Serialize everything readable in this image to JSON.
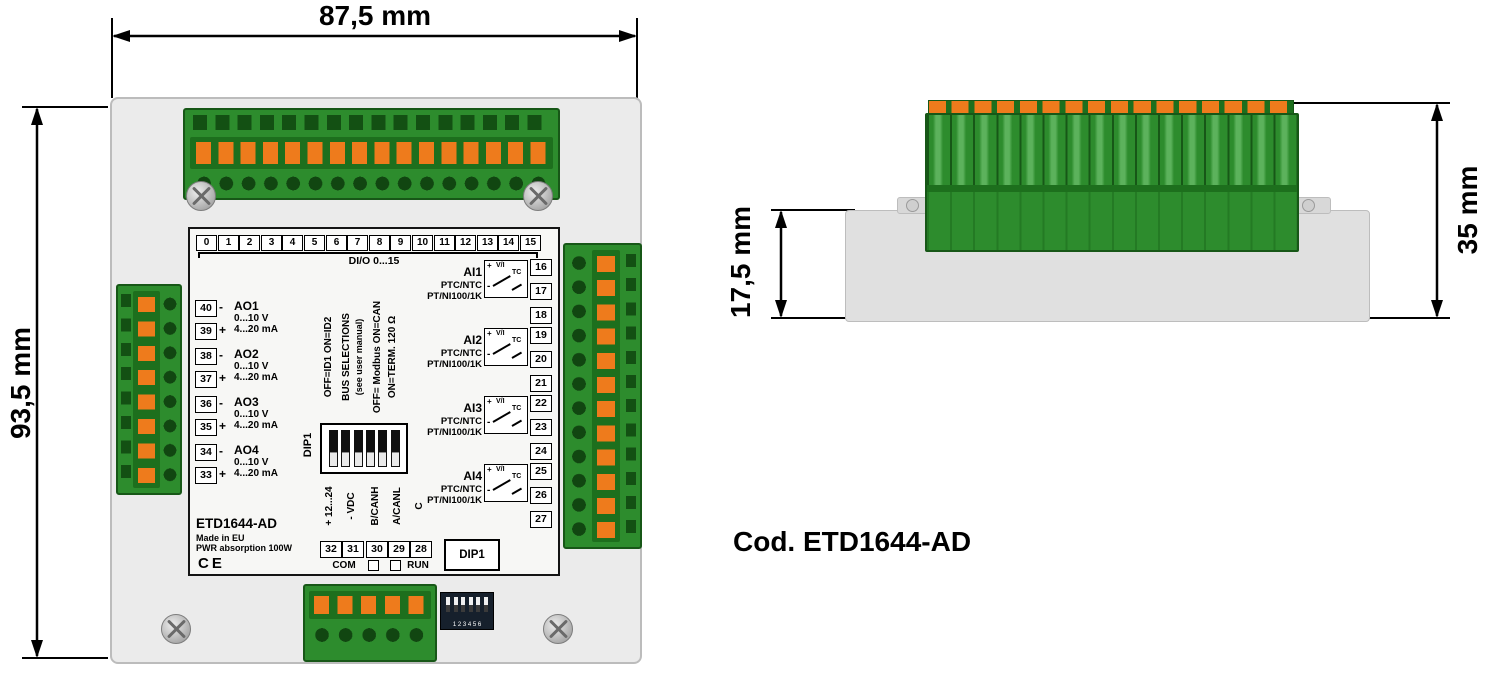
{
  "colors": {
    "green": "#2d8c2d",
    "green_dark": "#175717",
    "orange": "#ee7b1c",
    "body_gray": "#ebebeb"
  },
  "dims": {
    "width": "87,5 mm",
    "height": "93,5 mm",
    "depth_body": "17,5 mm",
    "depth_total": "35 mm"
  },
  "side": {
    "cod": "Cod. ETD1644-AD"
  },
  "front": {
    "dio": [
      "0",
      "1",
      "2",
      "3",
      "4",
      "5",
      "6",
      "7",
      "8",
      "9",
      "10",
      "11",
      "12",
      "13",
      "14",
      "15"
    ],
    "dio_label": "DI/O 0...15",
    "ao": [
      {
        "name": "AO1",
        "t_top": "40",
        "s_top": "-",
        "t_bot": "39",
        "s_bot": "+",
        "volt": "0...10 V",
        "amp": "4...20 mA"
      },
      {
        "name": "AO2",
        "t_top": "38",
        "s_top": "-",
        "t_bot": "37",
        "s_bot": "+",
        "volt": "0...10 V",
        "amp": "4...20 mA"
      },
      {
        "name": "AO3",
        "t_top": "36",
        "s_top": "-",
        "t_bot": "35",
        "s_bot": "+",
        "volt": "0...10 V",
        "amp": "4...20 mA"
      },
      {
        "name": "AO4",
        "t_top": "34",
        "s_top": "-",
        "t_bot": "33",
        "s_bot": "+",
        "volt": "0...10 V",
        "amp": "4...20 mA"
      }
    ],
    "dip": {
      "rotated_id": "OFF=ID1  ON=ID2",
      "rotated_bus_1": "BUS SELECTIONS",
      "rotated_bus_2": "(see user manual)",
      "rotated_modbus": "OFF= Modbus  ON=CAN",
      "rotated_term": "ON=TERM. 120 Ω",
      "label": "DIP1"
    },
    "ai": [
      {
        "name": "AI1",
        "l1": "PTC/NTC",
        "l2": "PT/NI100/1K",
        "t1": "16",
        "t2": "17",
        "t3": "18"
      },
      {
        "name": "AI2",
        "l1": "PTC/NTC",
        "l2": "PT/NI100/1K",
        "t1": "19",
        "t2": "20",
        "t3": "21"
      },
      {
        "name": "AI3",
        "l1": "PTC/NTC",
        "l2": "PT/NI100/1K",
        "t1": "22",
        "t2": "23",
        "t3": "24"
      },
      {
        "name": "AI4",
        "l1": "PTC/NTC",
        "l2": "PT/NI100/1K",
        "t1": "25",
        "t2": "26",
        "t3": "27"
      }
    ],
    "sensor_symbol": {
      "plus": "+",
      "vi": "V/I",
      "tc": "TC",
      "minus": "-"
    },
    "footer": {
      "model": "ETD1644-AD",
      "made": "Made in EU",
      "pwr": "PWR absorption 100W",
      "ce": "CE"
    },
    "bottom": {
      "t32": "32",
      "t31": "31",
      "t30": "30",
      "t29": "29",
      "t28": "28",
      "l32": "+ 12...24",
      "l31": "- VDC",
      "l30": "B/CANH",
      "l29": "A/CANL",
      "l28": "C",
      "com": "COM",
      "run": "RUN",
      "dip_box": "DIP1",
      "mini_dip_numbers": "1 2 3 4 5 6"
    }
  }
}
